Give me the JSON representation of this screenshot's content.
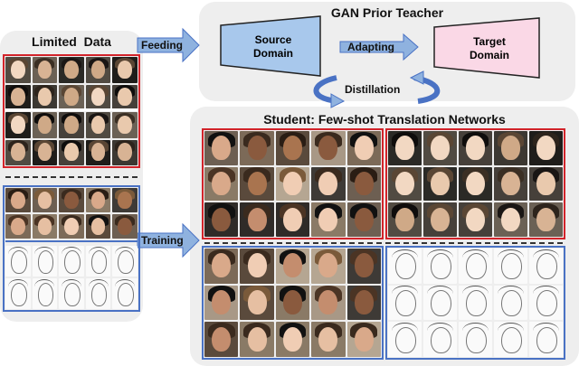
{
  "titles": {
    "limited_data": "Limited  Data",
    "teacher": "GAN Prior Teacher",
    "student": "Student: Few-shot Translation Networks"
  },
  "teacher": {
    "source": [
      "Source",
      "Domain"
    ],
    "target": [
      "Target",
      "Domain"
    ],
    "adapting": "Adapting",
    "distillation": "Distillation"
  },
  "flows": {
    "feeding": "Feeding",
    "training": "Training"
  },
  "colors": {
    "source_fill": "#a8c8ec",
    "target_fill": "#fad8e6",
    "arrow_fill": "#8fb2df",
    "red_border": "#d2232a",
    "blue_border": "#4a72c4",
    "panel_bg": "#eeeeee"
  },
  "grids": {
    "limited_top": "anime",
    "limited_bottom_photos": "photo",
    "limited_bottom_sketch": "sketch",
    "student_tl": "photo",
    "student_tr": "anime",
    "student_bl": "photo",
    "student_br": "sketch"
  }
}
